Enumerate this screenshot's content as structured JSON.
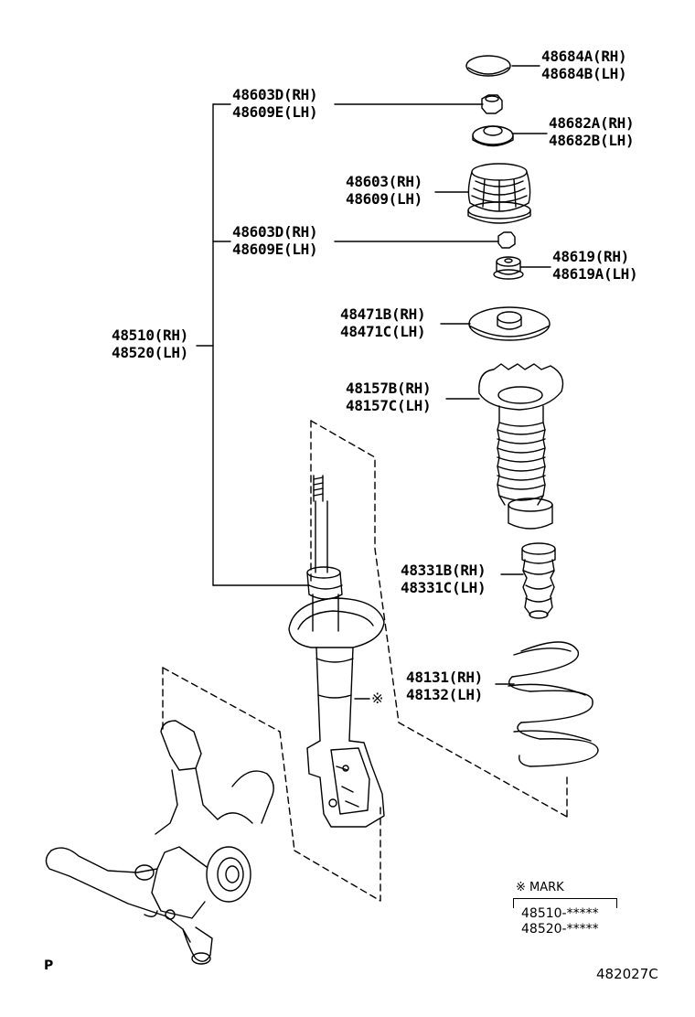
{
  "labels": {
    "p48684": [
      "48684A(RH)",
      "48684B(LH)"
    ],
    "p48603d_top": [
      "48603D(RH)",
      "48609E(LH)"
    ],
    "p48682": [
      "48682A(RH)",
      "48682B(LH)"
    ],
    "p48603": [
      "48603(RH)",
      "48609(LH)"
    ],
    "p48603d_mid": [
      "48603D(RH)",
      "48609E(LH)"
    ],
    "p48619": [
      "48619(RH)",
      "48619A(LH)"
    ],
    "p48510": [
      "48510(RH)",
      "48520(LH)"
    ],
    "p48471": [
      "48471B(RH)",
      "48471C(LH)"
    ],
    "p48157": [
      "48157B(RH)",
      "48157C(LH)"
    ],
    "p48331": [
      "48331B(RH)",
      "48331C(LH)"
    ],
    "p48131": [
      "48131(RH)",
      "48132(LH)"
    ]
  },
  "mark_symbol": "※",
  "mark_legend": {
    "title": "※ MARK",
    "lines": [
      "48510-*****",
      "48520-*****"
    ]
  },
  "corner_left": "P",
  "diagram_code": "482027C"
}
